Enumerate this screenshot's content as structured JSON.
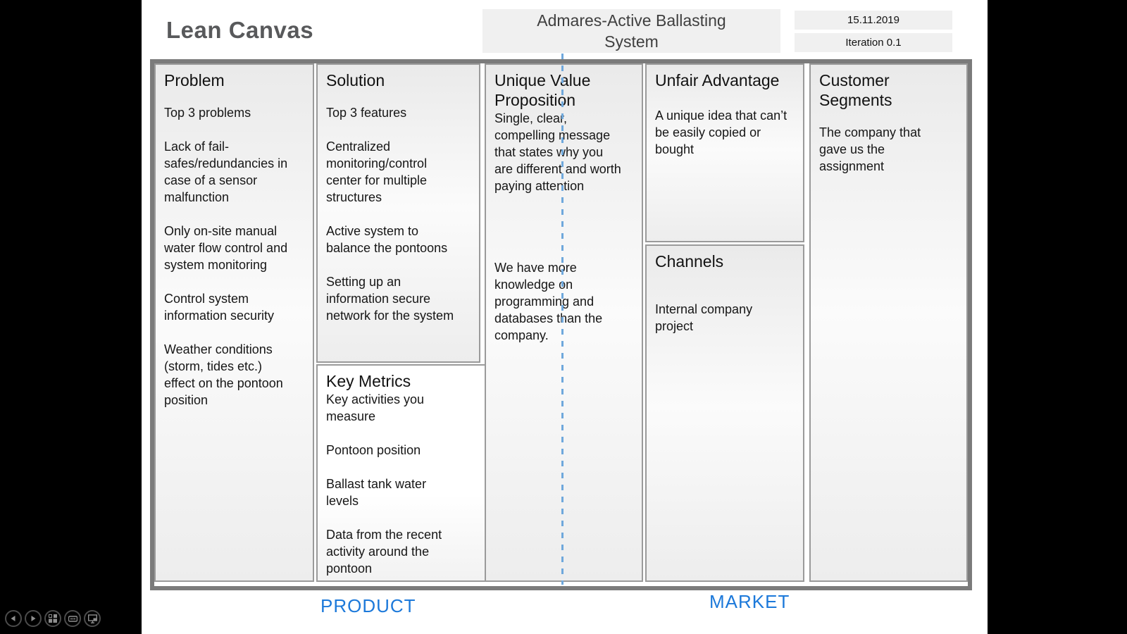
{
  "slide": {
    "title": "Lean Canvas",
    "header": "Admares-Active Ballasting\nSystem",
    "date": "15.11.2019",
    "iteration": "Iteration 0.1",
    "footer": {
      "product": "PRODUCT",
      "market": "MARKET"
    }
  },
  "canvas": {
    "problem": {
      "heading": "Problem",
      "paragraphs": [
        "Top 3 problems",
        "Lack of fail-\nsafes/redundancies in\ncase of a sensor\nmalfunction",
        "Only on-site manual\nwater flow control and\nsystem monitoring",
        "Control system\ninformation security",
        "Weather conditions\n(storm, tides etc.)\neffect on the pontoon\nposition"
      ]
    },
    "solution": {
      "heading": "Solution",
      "paragraphs": [
        "Top 3 features",
        "Centralized\nmonitoring/control\ncenter for multiple\nstructures",
        "Active system to\nbalance the pontoons",
        "Setting up an\ninformation secure\nnetwork for the system"
      ]
    },
    "key_metrics": {
      "heading": "Key Metrics",
      "paragraphs": [
        "Key activities you\nmeasure",
        "Pontoon position",
        "Ballast tank water\nlevels",
        "Data from the recent\nactivity around the\npontoon"
      ]
    },
    "unique_value_proposition": {
      "heading": "Unique Value\nProposition",
      "paragraphs": [
        "Single, clear,\ncompelling message\nthat states why you\nare different and worth\npaying attention",
        "We have more\nknowledge on\nprogramming and\ndatabases than the\ncompany."
      ]
    },
    "unfair_advantage": {
      "heading": "Unfair Advantage",
      "paragraphs": [
        "A unique idea that can’t\nbe easily copied or\nbought"
      ]
    },
    "channels": {
      "heading": "Channels",
      "paragraphs": [
        "Internal company\nproject"
      ]
    },
    "customer_segments": {
      "heading": "Customer\nSegments",
      "paragraphs": [
        "The company that\ngave us the\nassignment"
      ]
    }
  },
  "controls": {
    "icons": [
      "previous-arrow",
      "next-arrow",
      "slide-grid",
      "panel-dots",
      "display-screen"
    ]
  },
  "colors": {
    "accent_blue": "#1c79da",
    "dashed_line_blue": "#6fa8dc",
    "title_gray": "#58595b",
    "frame_gray": "#7b7b7b",
    "header_bg": "#f0f0f0"
  }
}
